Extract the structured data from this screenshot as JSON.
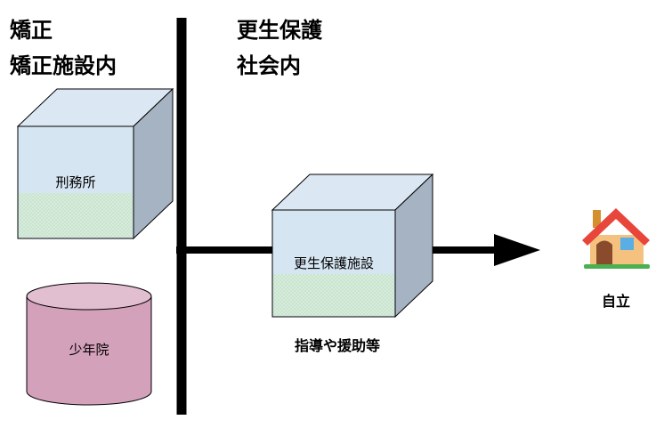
{
  "headings": {
    "correction_title": "矯正",
    "correction_subtitle": "矯正施設内",
    "rehab_title": "更生保護",
    "rehab_subtitle": "社会内"
  },
  "boxes": {
    "prison": "刑務所",
    "juvenile_training_school": "少年院",
    "rehab_facility": "更生保護施設"
  },
  "labels": {
    "guidance_and_support": "指導や援助等",
    "independence": "自立"
  },
  "colors": {
    "cube_front": "#d6e5f2",
    "cube_top": "#dbe8f3",
    "cube_side": "#a6b3c2",
    "cube_fill": "#d8ecdc",
    "cube_dots": "#8bc3a0",
    "cylinder_body": "#d4a1bb",
    "cylinder_top": "#e2bfd0",
    "line": "#000000",
    "house_roof": "#e8453b",
    "house_wall": "#f4c17e",
    "house_door": "#8a4b2c",
    "house_window": "#5aaee6",
    "house_chimney": "#d4902c",
    "house_grass": "#4cb050"
  }
}
